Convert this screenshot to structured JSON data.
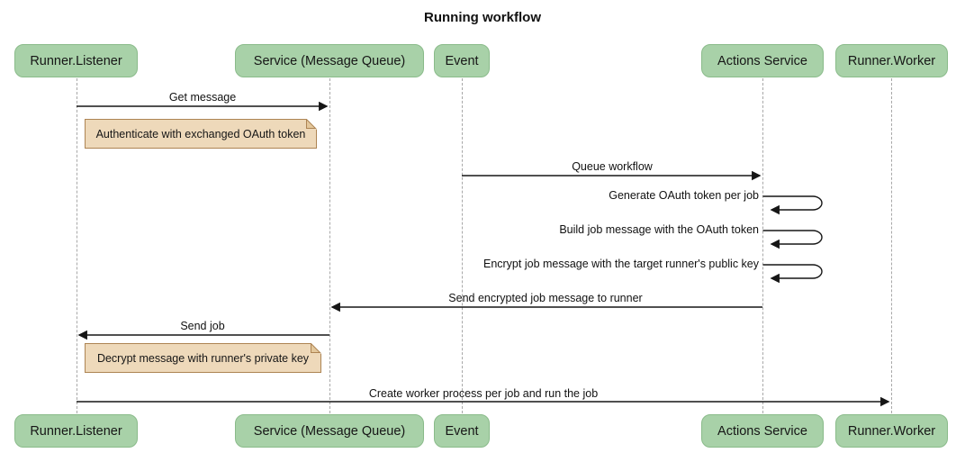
{
  "title": "Running workflow",
  "actors": [
    {
      "label": "Runner.Listener"
    },
    {
      "label": "Service (Message Queue)"
    },
    {
      "label": "Event"
    },
    {
      "label": "Actions Service"
    },
    {
      "label": "Runner.Worker"
    }
  ],
  "messages": [
    {
      "label": "Get message",
      "from": "Runner.Listener",
      "to": "Service (Message Queue)",
      "kind": "solid-arrow"
    },
    {
      "label": "Queue workflow",
      "from": "Event",
      "to": "Actions Service",
      "kind": "solid-arrow"
    },
    {
      "label": "Generate OAuth token per job",
      "from": "Actions Service",
      "to": "Actions Service",
      "kind": "self-loop"
    },
    {
      "label": "Build job message with the OAuth token",
      "from": "Actions Service",
      "to": "Actions Service",
      "kind": "self-loop"
    },
    {
      "label": "Encrypt job message with the target runner's public key",
      "from": "Actions Service",
      "to": "Actions Service",
      "kind": "self-loop"
    },
    {
      "label": "Send encrypted job message to runner",
      "from": "Actions Service",
      "to": "Service (Message Queue)",
      "kind": "solid-arrow"
    },
    {
      "label": "Send job",
      "from": "Service (Message Queue)",
      "to": "Runner.Listener",
      "kind": "solid-arrow"
    },
    {
      "label": "Create worker process per job and run the job",
      "from": "Runner.Listener",
      "to": "Runner.Worker",
      "kind": "solid-arrow"
    }
  ],
  "notes": [
    {
      "label": "Authenticate with exchanged OAuth token",
      "over": "Runner.Listener"
    },
    {
      "label": "Decrypt message with runner's private key",
      "over": "Runner.Listener"
    }
  ],
  "colors": {
    "actor_fill": "#a8d1a8",
    "actor_border": "#8abb8a",
    "note_fill": "#eed9ba",
    "note_border": "#ad8453",
    "lifeline": "#a8a8a8",
    "arrow": "#161616",
    "background": "#ffffff"
  }
}
